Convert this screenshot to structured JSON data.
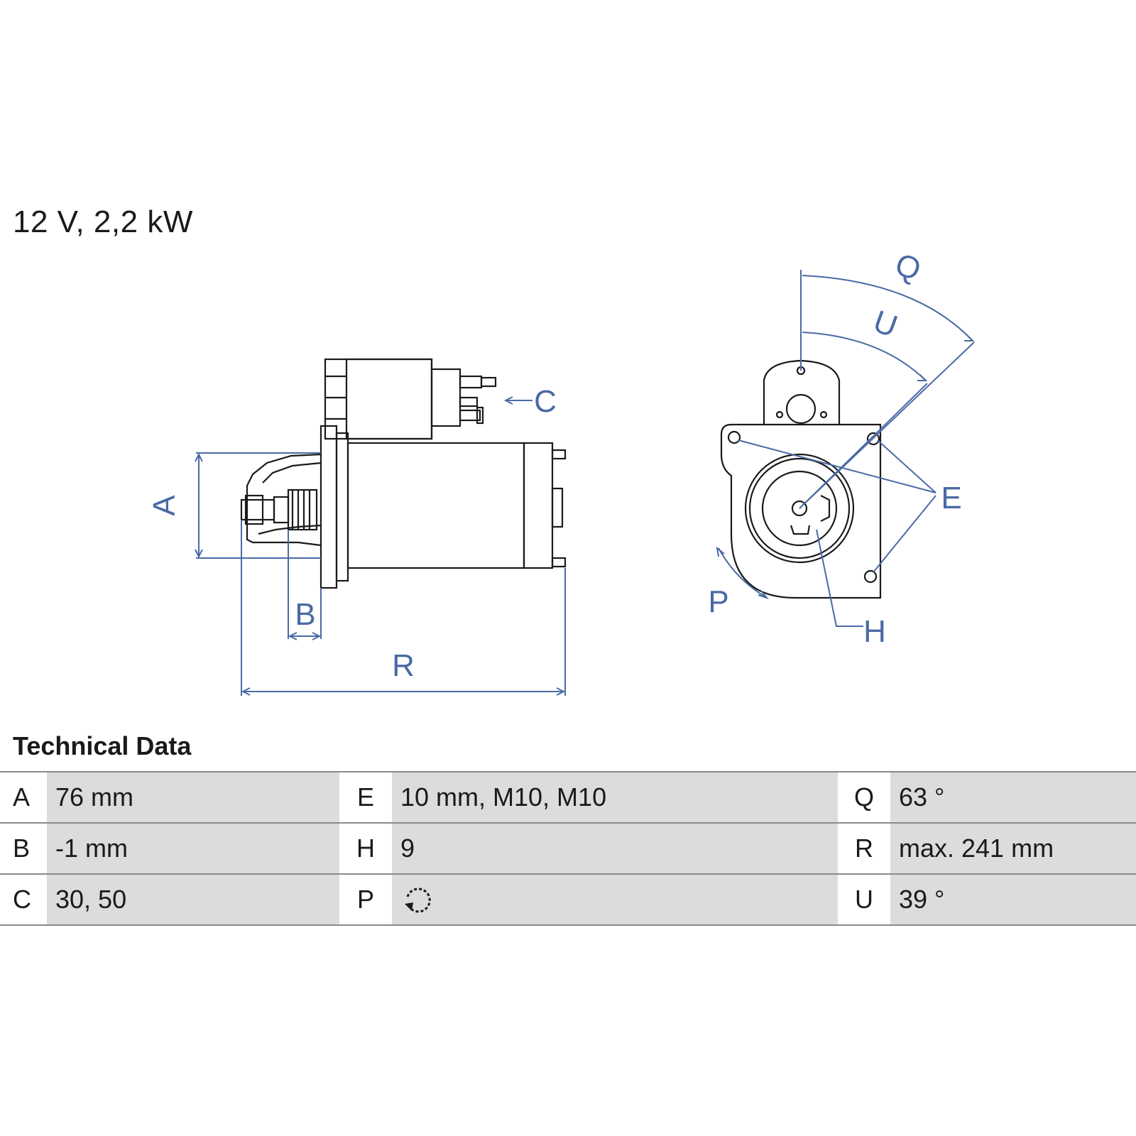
{
  "header": {
    "rating": "12 V, 2,2 kW"
  },
  "drawing": {
    "labels": {
      "A": "A",
      "B": "B",
      "C": "C",
      "R": "R",
      "Q": "Q",
      "U": "U",
      "E": "E",
      "P": "P",
      "H": "H"
    },
    "line_color": "#1a1a1a",
    "dimension_color": "#4a6aa5"
  },
  "technical_data": {
    "title": "Technical Data",
    "rows": [
      {
        "k1": "A",
        "v1": "76 mm",
        "k2": "E",
        "v2": "10 mm, M10, M10",
        "k3": "Q",
        "v3": "63 °"
      },
      {
        "k1": "B",
        "v1": "-1 mm",
        "k2": "H",
        "v2": "9",
        "k3": "R",
        "v3": "max. 241 mm"
      },
      {
        "k1": "C",
        "v1": "30, 50",
        "k2": "P",
        "v2": "",
        "k3": "U",
        "v3": "39 °"
      }
    ],
    "p_icon": "counterclockwise-rotation-icon",
    "row_bg": "#dcdcdc",
    "rule_color": "#8a8a8a"
  }
}
